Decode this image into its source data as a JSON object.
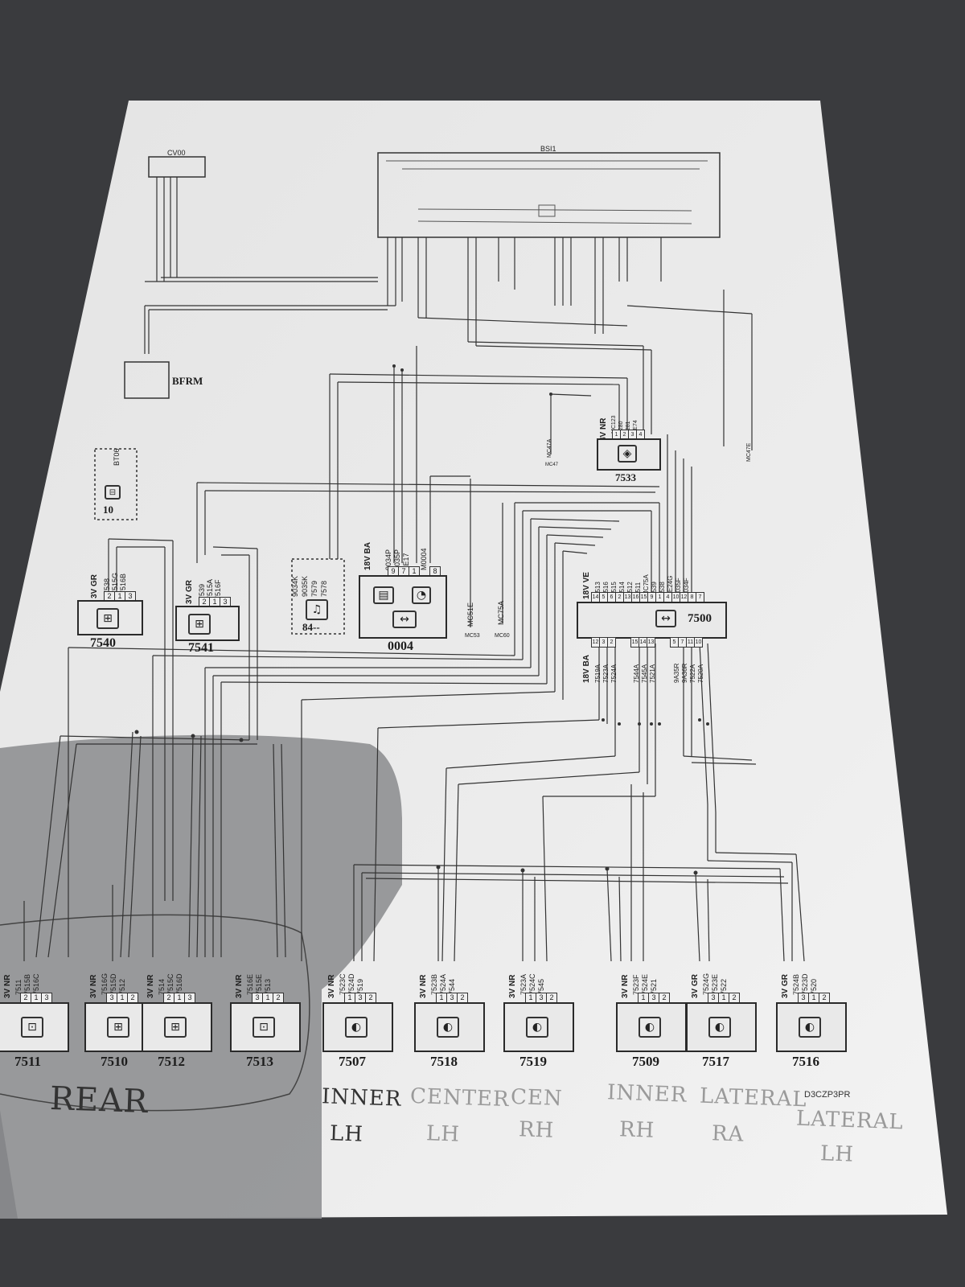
{
  "diagram": {
    "code": "D3CZP3PR",
    "top_modules": [
      {
        "id": "cv00",
        "label": "CV00"
      },
      {
        "id": "bsi1",
        "label": "BSI1"
      },
      {
        "id": "bfrm",
        "label": "BFRM"
      },
      {
        "id": "bt06",
        "label": "BT06"
      },
      {
        "id": "c10",
        "label": "10"
      }
    ],
    "mid_components": [
      {
        "id": "7540",
        "label": "7540",
        "connector": "3V GR",
        "wires": [
          "7538",
          "7515G",
          "7516B"
        ],
        "pins": [
          "2",
          "1",
          "3"
        ]
      },
      {
        "id": "7541",
        "label": "7541",
        "connector": "3V GR",
        "wires": [
          "7539",
          "7515A",
          "7516F"
        ],
        "pins": [
          "2",
          "1",
          "3"
        ]
      },
      {
        "id": "84",
        "label": "84--",
        "wires": [
          "9034K",
          "9035K",
          "7579",
          "7578"
        ]
      },
      {
        "id": "0004",
        "label": "0004",
        "connector": "18V BA",
        "wires": [
          "9034P",
          "9035P",
          "ZE17",
          "M0004"
        ],
        "pins": [
          "9",
          "7",
          "1",
          "8"
        ]
      },
      {
        "id": "mc53",
        "label": "MC53",
        "wire": "MC51E"
      },
      {
        "id": "mc60",
        "label": "MC60",
        "wire": "MC75A"
      },
      {
        "id": "7533",
        "label": "7533",
        "connector": "4V NR",
        "wires": [
          "MC123",
          "7280",
          "7281",
          "ZE74"
        ],
        "pins": [
          "1",
          "2",
          "3",
          "4"
        ]
      },
      {
        "id": "mc47",
        "label": "MC47",
        "wire": "MC47A"
      },
      {
        "id": "mc47e",
        "label": "MC47E"
      }
    ],
    "module_7500": {
      "label": "7500",
      "top_connector": "18V VE",
      "top_wires": [
        "7513",
        "7516",
        "7515",
        "7514",
        "7512",
        "7511",
        "MC75A",
        "7539",
        "7538",
        "ZE24G",
        "9035F",
        "9034F"
      ],
      "top_pins": [
        "14",
        "5",
        "6",
        "2",
        "13",
        "16",
        "15",
        "9",
        "1",
        "4",
        "10",
        "12",
        "8",
        "7"
      ],
      "bottom_connector": "18V BA",
      "bottom_wires": [
        "7519A",
        "7523A",
        "7524A",
        "7544A",
        "7545A",
        "7521A",
        "9A35R",
        "9A36R",
        "7522A",
        "7520A"
      ],
      "bottom_pins": [
        "12",
        "3",
        "2",
        "15",
        "14",
        "13",
        "5",
        "7",
        "11",
        "10"
      ]
    },
    "bottom_components": [
      {
        "id": "7511",
        "label": "7511",
        "connector": "3V NR",
        "wires": [
          "7511",
          "7515B",
          "7516C"
        ],
        "pins": [
          "2",
          "1",
          "3"
        ],
        "icon": "tweeter"
      },
      {
        "id": "7510",
        "label": "7510",
        "connector": "3V NR",
        "wires": [
          "7516G",
          "7515D",
          "7512"
        ],
        "pins": [
          "3",
          "1",
          "2"
        ],
        "icon": "woofer"
      },
      {
        "id": "7512",
        "label": "7512",
        "connector": "3V NR",
        "wires": [
          "7514",
          "7515C",
          "7516D"
        ],
        "pins": [
          "2",
          "1",
          "3"
        ],
        "icon": "woofer"
      },
      {
        "id": "7513",
        "label": "7513",
        "connector": "3V NR",
        "wires": [
          "7516E",
          "7515E",
          "7513"
        ],
        "pins": [
          "3",
          "1",
          "2"
        ],
        "icon": "tweeter"
      },
      {
        "id": "7507",
        "label": "7507",
        "connector": "3V NR",
        "wires": [
          "7523C",
          "7524D",
          "7519"
        ],
        "pins": [
          "1",
          "3",
          "2"
        ],
        "icon": "speaker"
      },
      {
        "id": "7518",
        "label": "7518",
        "connector": "3V NR",
        "wires": [
          "7523B",
          "7524A",
          "7544"
        ],
        "pins": [
          "1",
          "3",
          "2"
        ],
        "icon": "speaker"
      },
      {
        "id": "7519",
        "label": "7519",
        "connector": "3V NR",
        "wires": [
          "7523A",
          "7524C",
          "7545"
        ],
        "pins": [
          "1",
          "3",
          "2"
        ],
        "icon": "speaker"
      },
      {
        "id": "7509",
        "label": "7509",
        "connector": "3V NR",
        "wires": [
          "7523F",
          "7524E",
          "7521"
        ],
        "pins": [
          "1",
          "3",
          "2"
        ],
        "icon": "speaker"
      },
      {
        "id": "7517",
        "label": "7517",
        "connector": "3V GR",
        "wires": [
          "7524G",
          "7523E",
          "7522"
        ],
        "pins": [
          "3",
          "1",
          "2"
        ],
        "icon": "speaker"
      },
      {
        "id": "7516",
        "label": "7516",
        "connector": "3V GR",
        "wires": [
          "7524B",
          "7523D",
          "7520"
        ],
        "pins": [
          "3",
          "1",
          "2"
        ],
        "icon": "speaker"
      }
    ],
    "handwritten": {
      "rear": "REAR",
      "inner_lh": [
        "INNER",
        "LH"
      ],
      "center_lh": [
        "CENTER",
        "LH"
      ],
      "cen_rh": [
        "CEN",
        "RH"
      ],
      "inner_rh": [
        "INNER",
        "RH"
      ],
      "lateral_ra": [
        "LATERAL",
        "RA"
      ],
      "lateral_lh": [
        "LATERAL",
        "LH"
      ]
    }
  },
  "colors": {
    "background": "#3a3b3e",
    "paper": "#ebebeb",
    "shadow": "#8f9092",
    "ink": "#222222"
  }
}
